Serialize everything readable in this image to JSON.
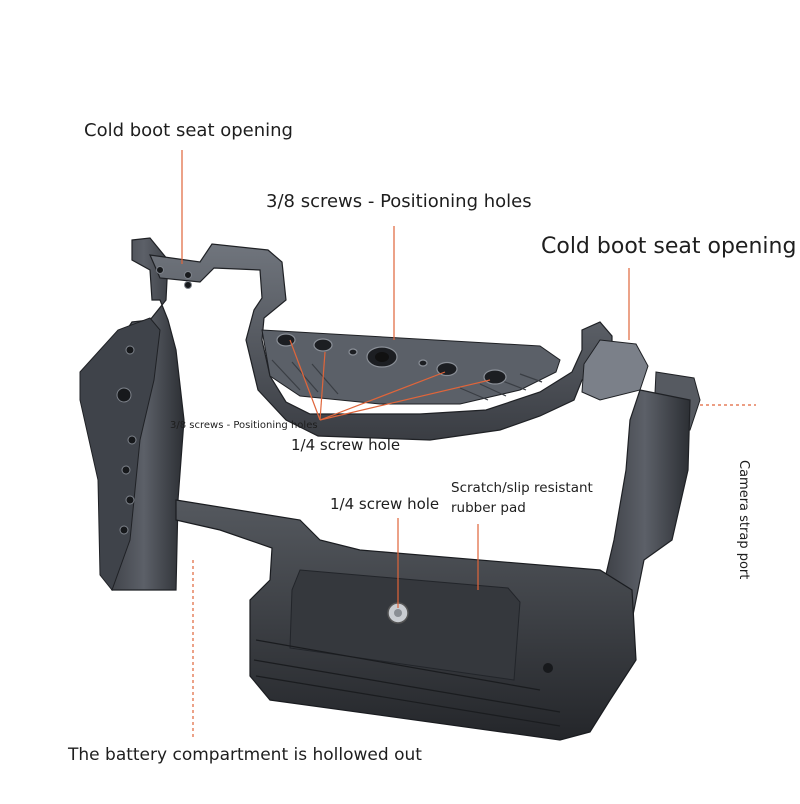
{
  "callouts": {
    "cold_boot_left": "Cold boot seat opening",
    "screws_38_top": "3/8 screws - Positioning holes",
    "cold_boot_right": "Cold boot seat opening",
    "screws_38_small": "3/8 screws - Positioning holes",
    "screw_14_upper": "1/4 screw hole",
    "screw_14_lower": "1/4 screw hole",
    "scratch_line1": "Scratch/slip resistant",
    "scratch_line2": "rubber pad",
    "strap_port": "Camera strap port",
    "battery": "The battery compartment is hollowed out"
  },
  "colors": {
    "leader": "#e0653a",
    "metal_dark": "#2e3136",
    "metal_mid": "#4a4e55",
    "metal_light": "#6b7078",
    "background": "#ffffff"
  }
}
